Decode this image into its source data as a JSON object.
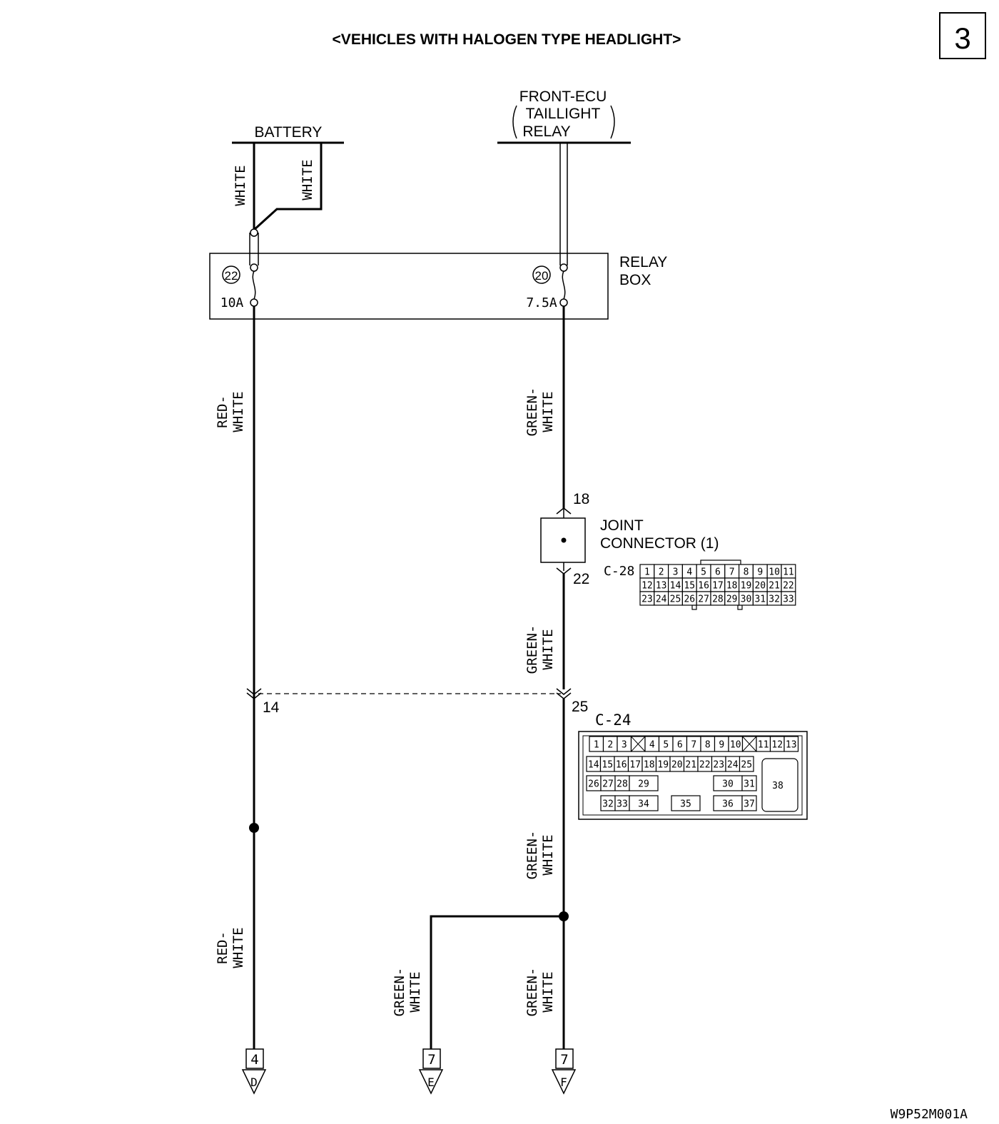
{
  "header": {
    "title": "<VEHICLES WITH HALOGEN TYPE HEADLIGHT>",
    "page_number": "3"
  },
  "sources": {
    "battery": "BATTERY",
    "front_ecu_line1": "FRONT-ECU",
    "front_ecu_line2": "TAILLIGHT",
    "front_ecu_line3": "RELAY"
  },
  "relay_box": {
    "label_line1": "RELAY",
    "label_line2": "BOX",
    "fuse_left_number": "22",
    "fuse_left_rating": "10A",
    "fuse_right_number": "20",
    "fuse_right_rating": "7.5A"
  },
  "wires": {
    "white_a": "WHITE",
    "white_b": "WHITE",
    "red_white_upper": [
      "RED-",
      "WHITE"
    ],
    "red_white_lower": [
      "RED-",
      "WHITE"
    ],
    "green_white_1": [
      "GREEN-",
      "WHITE"
    ],
    "green_white_2": [
      "GREEN-",
      "WHITE"
    ],
    "green_white_3": [
      "GREEN-",
      "WHITE"
    ],
    "green_white_branch": [
      "GREEN-",
      "WHITE"
    ],
    "green_white_4": [
      "GREEN-",
      "WHITE"
    ]
  },
  "joint_connector": {
    "label_line1": "JOINT",
    "label_line2": "CONNECTOR (1)",
    "id": "C-28",
    "pin_in": "18",
    "pin_out": "22",
    "rows": [
      [
        "1",
        "2",
        "3",
        "4",
        "5",
        "6",
        "7",
        "8",
        "9",
        "10",
        "11"
      ],
      [
        "12",
        "13",
        "14",
        "15",
        "16",
        "17",
        "18",
        "19",
        "20",
        "21",
        "22"
      ],
      [
        "23",
        "24",
        "25",
        "26",
        "27",
        "28",
        "29",
        "30",
        "31",
        "32",
        "33"
      ]
    ]
  },
  "connector_c24": {
    "id": "C-24",
    "pin_left": "14",
    "pin_right": "25",
    "row1": [
      "1",
      "2",
      "3",
      "",
      "4",
      "5",
      "6",
      "7",
      "8",
      "9",
      "10",
      "",
      "11",
      "12",
      "13"
    ],
    "row2": [
      "14",
      "15",
      "16",
      "17",
      "18",
      "19",
      "20",
      "21",
      "22",
      "23",
      "24",
      "25"
    ],
    "row3": [
      "26",
      "27",
      "28",
      "29",
      "30",
      "31"
    ],
    "row4": [
      "32",
      "33",
      "34",
      "35",
      "36",
      "37"
    ],
    "big_pin": "38"
  },
  "terminals": [
    {
      "number": "4",
      "letter": "D"
    },
    {
      "number": "7",
      "letter": "E"
    },
    {
      "number": "7",
      "letter": "F"
    }
  ],
  "footer": {
    "code": "W9P52M001A"
  }
}
